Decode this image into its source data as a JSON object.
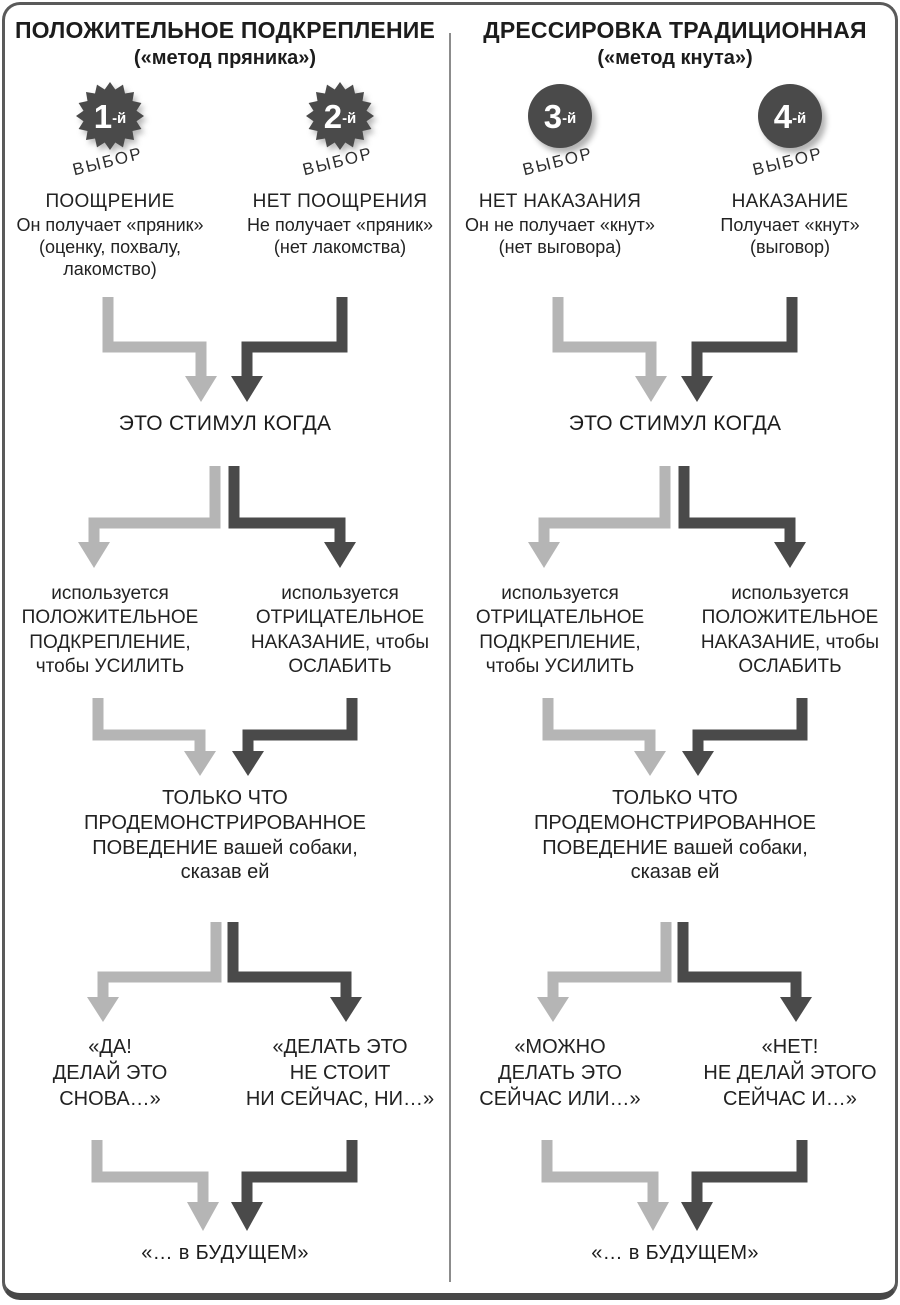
{
  "colors": {
    "light_arrow": "#b5b5b5",
    "dark_arrow": "#4a4a4a",
    "badge_fill": "#4a4a4a",
    "border": "#5a5a5a",
    "divider": "#8c8c8c",
    "text": "#1c1c1c"
  },
  "columns": [
    {
      "title": "ПОЛОЖИТЕЛЬНОЕ ПОДКРЕПЛЕНИЕ",
      "subtitle": "(«метод пряника»)",
      "choices": [
        {
          "badge": {
            "number": "1",
            "suffix": "-й",
            "label": "ВЫБОР",
            "shape": "starburst"
          },
          "heading": "ПООЩРЕНИЕ",
          "line1": "Он получает «пряник»",
          "line2": "(оценку, похвалу,",
          "line3": "лакомство)"
        },
        {
          "badge": {
            "number": "2",
            "suffix": "-й",
            "label": "ВЫБОР",
            "shape": "starburst"
          },
          "heading": "НЕТ ПООЩРЕНИЯ",
          "line1": "Не получает «пряник»",
          "line2": "(нет лакомства)"
        }
      ],
      "stimulus": "ЭТО СТИМУЛ КОГДА",
      "usage_left": {
        "line1": "используется",
        "line2": "ПОЛОЖИТЕЛЬНОЕ",
        "line3": "ПОДКРЕПЛЕНИЕ,",
        "line4": "чтобы УСИЛИТЬ"
      },
      "usage_right": {
        "line1": "используется",
        "line2": "ОТРИЦАТЕЛЬНОЕ",
        "line3": "НАКАЗАНИЕ, чтобы",
        "line4": "ОСЛАБИТЬ"
      },
      "behavior": {
        "line1": "ТОЛЬКО ЧТО",
        "line2": "ПРОДЕМОНСТРИРОВАННОЕ",
        "line3": "ПОВЕДЕНИЕ вашей собаки,",
        "line4": "сказав ей"
      },
      "quote_left": {
        "line1": "«ДА!",
        "line2": "ДЕЛАЙ ЭТО",
        "line3": "СНОВА…»"
      },
      "quote_right": {
        "line1": "«ДЕЛАТЬ ЭТО",
        "line2": "НЕ СТОИТ",
        "line3": "НИ СЕЙЧАС, НИ…»"
      },
      "future": "«… в БУДУЩЕМ»"
    },
    {
      "title": "ДРЕССИРОВКА ТРАДИЦИОННАЯ",
      "subtitle": "(«метод кнута»)",
      "choices": [
        {
          "badge": {
            "number": "3",
            "suffix": "-й",
            "label": "ВЫБОР",
            "shape": "circle"
          },
          "heading": "НЕТ НАКАЗАНИЯ",
          "line1": "Он не получает «кнут»",
          "line2": "(нет выговора)"
        },
        {
          "badge": {
            "number": "4",
            "suffix": "-й",
            "label": "ВЫБОР",
            "shape": "circle"
          },
          "heading": "НАКАЗАНИЕ",
          "line1": "Получает «кнут»",
          "line2": "(выговор)"
        }
      ],
      "stimulus": "ЭТО СТИМУЛ КОГДА",
      "usage_left": {
        "line1": "используется",
        "line2": "ОТРИЦАТЕЛЬНОЕ",
        "line3": "ПОДКРЕПЛЕНИЕ,",
        "line4": "чтобы УСИЛИТЬ"
      },
      "usage_right": {
        "line1": "используется",
        "line2": "ПОЛОЖИТЕЛЬНОЕ",
        "line3": "НАКАЗАНИЕ, чтобы",
        "line4": "ОСЛАБИТЬ"
      },
      "behavior": {
        "line1": "ТОЛЬКО ЧТО",
        "line2": "ПРОДЕМОНСТРИРОВАННОЕ",
        "line3": "ПОВЕДЕНИЕ вашей собаки,",
        "line4": "сказав ей"
      },
      "quote_left": {
        "line1": "«МОЖНО",
        "line2": "ДЕЛАТЬ ЭТО",
        "line3": "СЕЙЧАС ИЛИ…»"
      },
      "quote_right": {
        "line1": "«НЕТ!",
        "line2": "НЕ ДЕЛАЙ ЭТОГО",
        "line3": "СЕЙЧАС И…»"
      },
      "future": "«… в БУДУЩЕМ»"
    }
  ]
}
